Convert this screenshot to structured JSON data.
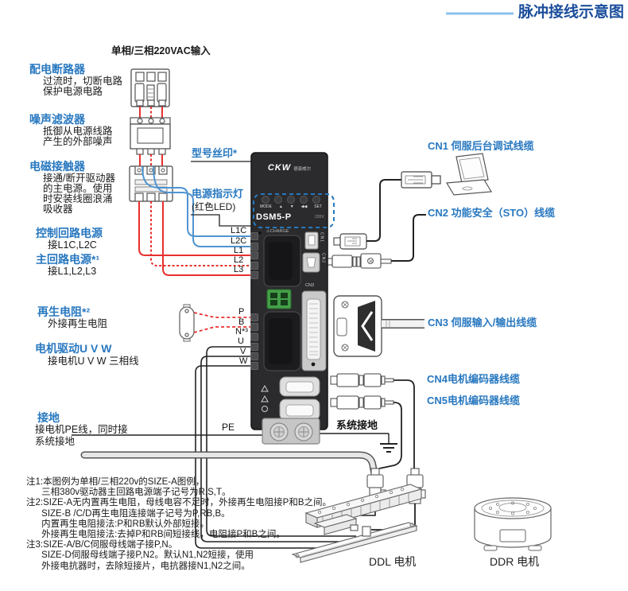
{
  "title": "脉冲接线示意图",
  "power_input_label": "单相/三相220VAC输入",
  "left_labels": [
    {
      "heading": "配电断路器",
      "lines": [
        "过流时，切断电路",
        "保护电源电路"
      ]
    },
    {
      "heading": "噪声滤波器",
      "lines": [
        "抵御从电源线路",
        "产生的外部噪声"
      ]
    },
    {
      "heading": "电磁接触器",
      "lines": [
        "接通/断开驱动器",
        "的主电源。使用",
        "时安装线圈浪涌",
        "吸收器"
      ]
    },
    {
      "heading": "控制回路电源",
      "lines": [
        "接L1C,L2C"
      ]
    },
    {
      "heading": "主回路电源*¹",
      "lines": [
        "接L1,L2,L3"
      ]
    },
    {
      "heading": "再生电阻*²",
      "lines": [
        "外接再生电阻"
      ]
    },
    {
      "heading": "电机驱动U V W",
      "lines": [
        "接电机U V W 三相线"
      ]
    },
    {
      "heading": "接地",
      "lines": [
        "接电机PE线，同时接",
        "系统接地"
      ]
    }
  ],
  "callouts": {
    "model_silkscreen": "型号丝印*",
    "power_led": "电源指示灯",
    "power_led_sub": "(红色LED)"
  },
  "drive": {
    "logo": "CKW",
    "brand": "德康威尔",
    "model": "DSM5-P",
    "voltage": "220V",
    "buttons": [
      "MODE",
      "▲",
      "▼",
      "◀◀",
      "SET"
    ],
    "charge_label": "⚠CHARGE",
    "port_cn1": "CN1",
    "port_cn2": "CN2",
    "port_cn3": "CN3"
  },
  "wire_labels": {
    "power": [
      "L1C",
      "L2C",
      "L1",
      "L2",
      "L3"
    ],
    "motor": [
      "P",
      "B",
      "N*³",
      "U",
      "V",
      "W"
    ],
    "pe": "PE",
    "system_ground": "系统接地"
  },
  "cable_labels": {
    "cn1": "CN1 伺服后台调试线缆",
    "cn2": "CN2 功能安全（STO）线缆",
    "cn3": "CN3 伺服输入/输出线缆",
    "cn4": "CN4电机编码器线缆",
    "cn5": "CN5电机编码器线缆"
  },
  "motors": {
    "ddl": "DDL 电机",
    "ddr": "DDR 电机"
  },
  "notes": [
    "注1:本图例为单相/三相220v的SIZE-A图例，",
    "      三相380v驱动器主回路电源端子记号为R,S,T。",
    "注2:SIZE-A无内置再生电阻，母线电容不足时，外接再生电阻接P和B之间。",
    "      SIZE-B /C/D再生电阻连接端子记号为P,RB,B。",
    "      内置再生电阻接法:P和RB默认外部短接。",
    "      外接再生电阻接法:去掉P和RB间短接线，电阻接P和B之间。",
    "注3:SIZE-A/B/C伺服母线端子接P,N。",
    "      SIZE-D伺服母线端子接P,N2。默认N1,N2短接，使用",
    "      外接电抗器时，去除短接片，电抗器接N1,N2之间。"
  ],
  "colors": {
    "title_blue": "#1b4e9b",
    "label_blue": "#2878c0",
    "wire_red": "#e8302f",
    "wire_blue": "#4f94d0",
    "highlight_blue": "#2678be"
  }
}
